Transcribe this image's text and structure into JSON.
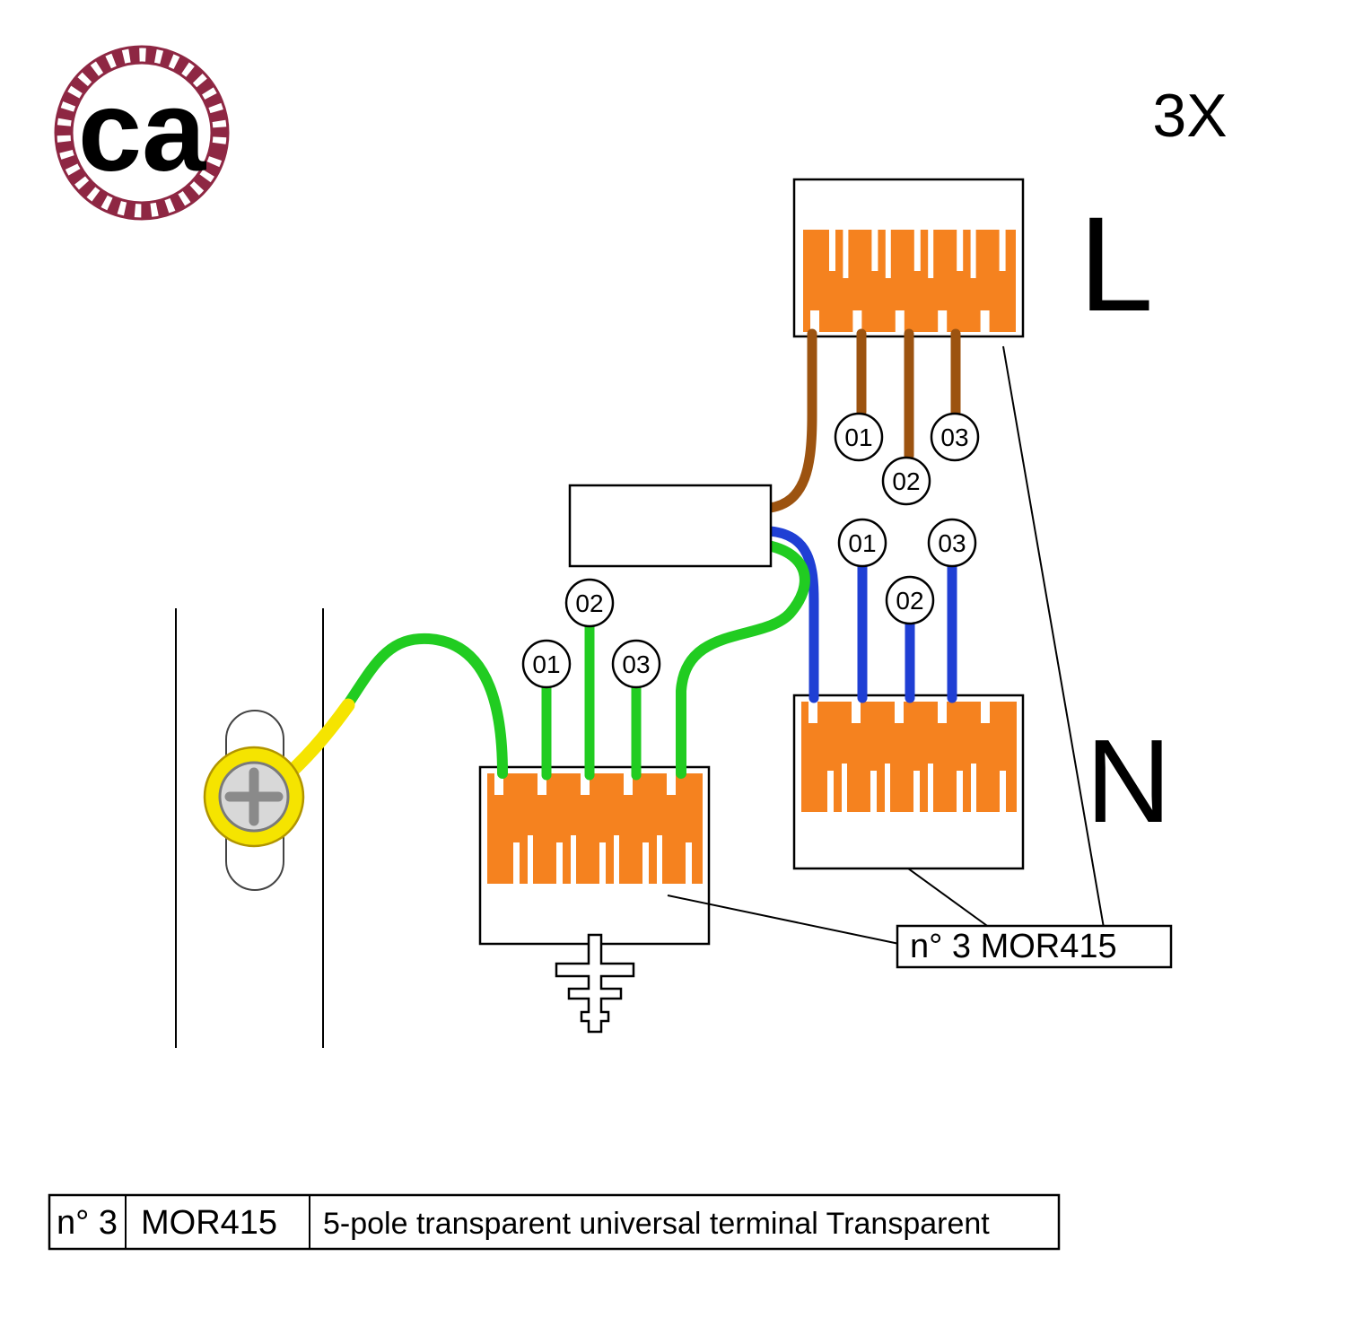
{
  "logo": {
    "text": "ca"
  },
  "quantity_label": "3X",
  "terminal_labels": {
    "line": "L",
    "neutral": "N"
  },
  "wire_numbers": {
    "n01": "01",
    "n02": "02",
    "n03": "03"
  },
  "callout": {
    "label": "n° 3 MOR415"
  },
  "legend": {
    "quantity": "n° 3",
    "code": "MOR415",
    "description": "5-pole transparent universal terminal Transparent"
  },
  "colors": {
    "terminal_orange": "#F5821F",
    "wire_brown": "#9C5310",
    "wire_blue": "#1F3FD4",
    "wire_green": "#21CC21",
    "wire_yellow": "#F5E400",
    "logo_rope": "#8E2743",
    "logo_text": "#8C8C8C"
  }
}
